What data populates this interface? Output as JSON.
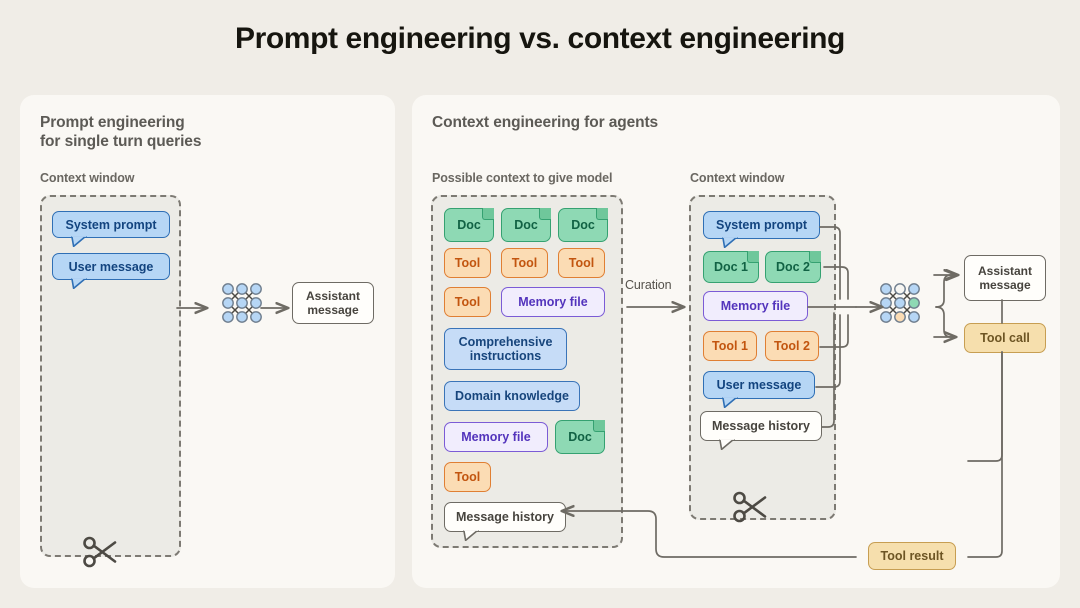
{
  "title": "Prompt engineering vs. context engineering",
  "theme": {
    "page_bg": "#f0ede7",
    "panel_bg": "#faf8f4",
    "context_window_bg": "#ecebe6",
    "wire": "#6e6b64",
    "blue": "#b6d6f5",
    "green": "#8ed9b4",
    "orange": "#fbdcb4",
    "purple": "#f1edfd",
    "tan": "#f6dfad",
    "white": "#fffefb"
  },
  "left_panel": {
    "heading": "Prompt engineering\nfor single turn queries",
    "context_window_label": "Context window",
    "items": [
      {
        "label": "System prompt",
        "kind": "bubble-blue"
      },
      {
        "label": "User message",
        "kind": "bubble-blue"
      }
    ],
    "model_icon": "neural-network-icon",
    "output": {
      "label": "Assistant\nmessage",
      "kind": "box-white"
    },
    "truncation_icon": "scissors-icon"
  },
  "right_panel": {
    "heading": "Context engineering for agents",
    "possible_context_label": "Possible context to give model",
    "context_window_label": "Context window",
    "curation_label": "Curation",
    "possible_context_items": [
      {
        "label": "Doc",
        "kind": "doc-green"
      },
      {
        "label": "Doc",
        "kind": "doc-green"
      },
      {
        "label": "Doc",
        "kind": "doc-green"
      },
      {
        "label": "Tool",
        "kind": "chip-orange"
      },
      {
        "label": "Tool",
        "kind": "chip-orange"
      },
      {
        "label": "Tool",
        "kind": "chip-orange"
      },
      {
        "label": "Tool",
        "kind": "chip-orange"
      },
      {
        "label": "Memory file",
        "kind": "chip-purple"
      },
      {
        "label": "Comprehensive\ninstructions",
        "kind": "chip-blue"
      },
      {
        "label": "Domain knowledge",
        "kind": "chip-blue"
      },
      {
        "label": "Memory file",
        "kind": "chip-purple"
      },
      {
        "label": "Doc",
        "kind": "doc-green"
      },
      {
        "label": "Tool",
        "kind": "chip-orange"
      },
      {
        "label": "Message history",
        "kind": "bubble-white"
      }
    ],
    "context_window_items": [
      {
        "label": "System prompt",
        "kind": "bubble-blue"
      },
      {
        "label": "Doc 1",
        "kind": "doc-green"
      },
      {
        "label": "Doc 2",
        "kind": "doc-green"
      },
      {
        "label": "Memory file",
        "kind": "chip-purple"
      },
      {
        "label": "Tool 1",
        "kind": "chip-orange"
      },
      {
        "label": "Tool 2",
        "kind": "chip-orange"
      },
      {
        "label": "User message",
        "kind": "bubble-blue"
      },
      {
        "label": "Message history",
        "kind": "bubble-white"
      }
    ],
    "model_icon": "neural-network-icon",
    "outputs": [
      {
        "label": "Assistant\nmessage",
        "kind": "box-white"
      },
      {
        "label": "Tool call",
        "kind": "chip-tan"
      }
    ],
    "feedback": {
      "label": "Tool result",
      "kind": "chip-tan"
    },
    "truncation_icon": "scissors-icon"
  }
}
